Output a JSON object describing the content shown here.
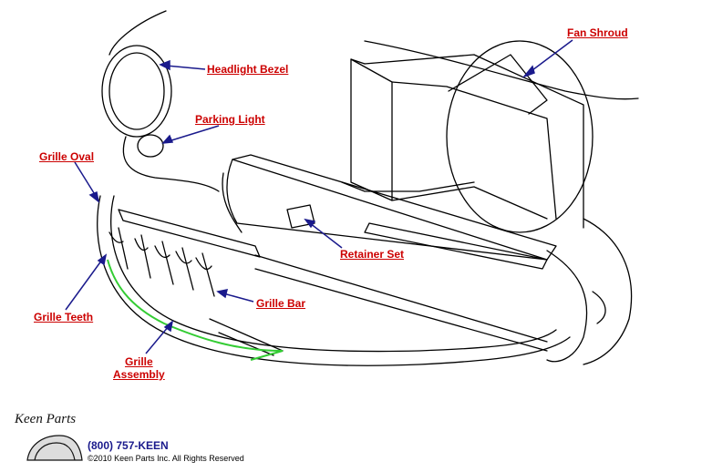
{
  "labels": {
    "fan_shroud": "Fan Shroud",
    "headlight_bezel": "Headlight Bezel",
    "parking_light": "Parking Light",
    "grille_oval": "Grille Oval",
    "retainer_set": "Retainer Set",
    "grille_bar": "Grille Bar",
    "grille_teeth": "Grille Teeth",
    "grille_assembly_line1": "Grille",
    "grille_assembly_line2": "Assembly"
  },
  "footer": {
    "logo": "Keen Parts",
    "phone": "(800) 757-KEEN",
    "copyright": "©2010 Keen Parts Inc. All Rights Reserved"
  },
  "colors": {
    "label": "#cc0000",
    "arrow": "#1a1a8c",
    "highlight": "#33cc33",
    "line_art": "#000000"
  }
}
